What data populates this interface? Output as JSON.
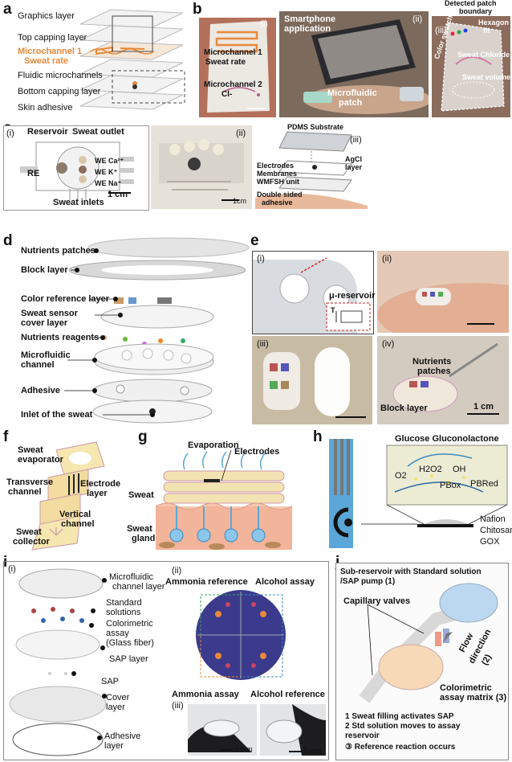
{
  "panel_letters": {
    "a": "a",
    "b": "b",
    "c": "c",
    "d": "d",
    "e": "e",
    "f": "f",
    "g": "g",
    "h": "h",
    "i": "i",
    "j": "j"
  },
  "a": {
    "layers": [
      "Graphics layer",
      "Top capping layer",
      "Microchannel 1",
      "Sweat rate",
      "Fluidic microchannels",
      "Bottom capping layer",
      "Skin adhesive"
    ]
  },
  "b": {
    "sub": [
      "(i)",
      "(ii)",
      "(iii)"
    ],
    "labels_i": [
      "Microchannel 1",
      "Sweat rate",
      "Microchannel 2",
      "Cl-"
    ],
    "labels_ii": [
      "Smartphone",
      "application",
      "Microfluidic",
      "patch"
    ],
    "labels_iii": [
      "Detected patch",
      "boundary",
      "Hexagon",
      "fit",
      "Color swatches",
      "Sweat Chloride",
      "Sweat volume"
    ]
  },
  "c": {
    "sub": [
      "(i)",
      "(ii)",
      "(iii)"
    ],
    "labels_i": [
      "Reservoir",
      "Sweat outlet",
      "RE",
      "WE Ca²⁺",
      "WE K⁺",
      "WE Na⁺",
      "Sweat inlets",
      "1 cm"
    ],
    "scale_ii": "1cm",
    "labels_iii": [
      "PDMS Substrate",
      "AgCl",
      "layer",
      "Electrodes",
      "Membranes",
      "WMFSH unit",
      "Double sided",
      "adhesive"
    ]
  },
  "d": {
    "labels": [
      "Nutrients patches",
      "Block layer",
      "Color reference layer",
      "Sweat sensor",
      "cover layer",
      "Nutrients reagents",
      "Microfluidic",
      "channel",
      "Adhesive",
      "Inlet of the sweat"
    ]
  },
  "e": {
    "sub": [
      "(i)",
      "(ii)",
      "(iii)",
      "(iv)"
    ],
    "labels": [
      "μ-reservoir",
      "T",
      "Nutrients",
      "patches",
      "Block layer",
      "1 cm"
    ]
  },
  "f": {
    "labels": [
      "Sweat",
      "evaporator",
      "Transverse",
      "channel",
      "Electrode",
      "layer",
      "Vertical",
      "channel",
      "Sweat",
      "collector"
    ]
  },
  "g": {
    "labels": [
      "Evaporation",
      "Electrodes",
      "Sweat",
      "Sweat",
      "gland"
    ]
  },
  "h": {
    "labels": [
      "Glucose Gluconolactone",
      "O2",
      "H2O2",
      "OH",
      "PBox",
      "PBRed",
      "Nafion",
      "Chitosan",
      "GOX"
    ]
  },
  "i": {
    "sub": [
      "(i)",
      "(ii)",
      "(iii)"
    ],
    "labels_i": [
      "Microfluidic",
      "channel layer",
      "Standard",
      "solutions",
      "Colorimetric",
      "assay",
      "(Glass fiber)",
      "SAP layer",
      "SAP",
      "Cover",
      "layer",
      "Adhesive",
      "layer"
    ],
    "labels_ii": [
      "Ammonia reference",
      "Alcohol assay",
      "Ammonia assay",
      "Alcohol reference"
    ],
    "scales": [
      "5 mm",
      "5 mm"
    ]
  },
  "j": {
    "labels": [
      "Sub-reservoir with Standard solution",
      "/SAP pump (1)",
      "Capillary valves",
      "Flow",
      "direction",
      "(2)",
      "Colorimetric",
      "assay matrix (3)"
    ],
    "steps": [
      "1 Sweat filling activates SAP",
      "2 Std solution moves to assay",
      "reservoir",
      "③ Reference reaction occurs"
    ]
  },
  "colors": {
    "orange": "#e8893a",
    "blue": "#5aa7d8",
    "purple": "#3b3a8c",
    "skin": "#e8a088"
  }
}
